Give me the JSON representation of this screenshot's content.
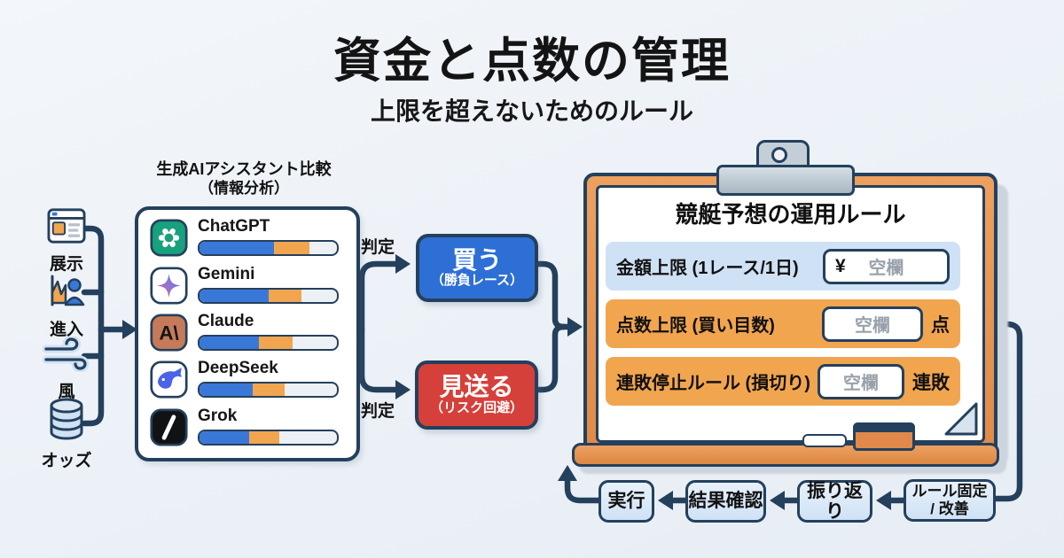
{
  "page": {
    "title": "資金と点数の管理",
    "subtitle": "上限を超えないためのルール",
    "background": "#edf1f6",
    "line_color": "#24405c"
  },
  "factors": {
    "items": [
      {
        "label": "展示",
        "icon": "browser-window-icon"
      },
      {
        "label": "進入",
        "icon": "entry-chart-icon"
      },
      {
        "label": "風",
        "icon": "wind-icon"
      },
      {
        "label": "オッズ",
        "icon": "odds-database-icon"
      }
    ]
  },
  "ai_panel": {
    "title_line1": "生成AIアシスタント比較",
    "title_line2": "（情報分析）",
    "bar_colors": {
      "blue": "#3a78d8",
      "orange": "#f2a54f",
      "track": "#edf1f5"
    },
    "assistants": [
      {
        "name": "ChatGPT",
        "icon": "chatgpt-icon",
        "bar_blue_pct": 54,
        "bar_orange_pct": 26
      },
      {
        "name": "Gemini",
        "icon": "gemini-icon",
        "bar_blue_pct": 50,
        "bar_orange_pct": 24
      },
      {
        "name": "Claude",
        "icon": "claude-icon",
        "bar_blue_pct": 43,
        "bar_orange_pct": 25
      },
      {
        "name": "DeepSeek",
        "icon": "deepseek-icon",
        "bar_blue_pct": 39,
        "bar_orange_pct": 23
      },
      {
        "name": "Grok",
        "icon": "grok-icon",
        "bar_blue_pct": 36,
        "bar_orange_pct": 22
      }
    ]
  },
  "decision": {
    "judge_top": "判定",
    "judge_bottom": "判定",
    "buy": {
      "title": "買う",
      "subtitle": "（勝負レース）",
      "color": "#2e6fd6"
    },
    "skip": {
      "title": "見送る",
      "subtitle": "（リスク回避）",
      "color": "#d6403a"
    }
  },
  "board": {
    "title": "競艇予想の運用ルール",
    "rows": [
      {
        "label": "金額上限 (1レース/1日)",
        "prefix": "¥",
        "placeholder": "空欄",
        "suffix": "",
        "bg": "#cfe1f4"
      },
      {
        "label": "点数上限 (買い目数)",
        "prefix": "",
        "placeholder": "空欄",
        "suffix": "点",
        "bg": "#f2a54f"
      },
      {
        "label": "連敗停止ルール (損切り)",
        "prefix": "",
        "placeholder": "空欄",
        "suffix": "連敗",
        "bg": "#f2a54f"
      }
    ]
  },
  "cycle": {
    "steps": [
      {
        "label": "実行"
      },
      {
        "label": "結果確認"
      },
      {
        "label": "振り返り"
      },
      {
        "label": "ルール固定",
        "label2": "/ 改善"
      }
    ]
  }
}
